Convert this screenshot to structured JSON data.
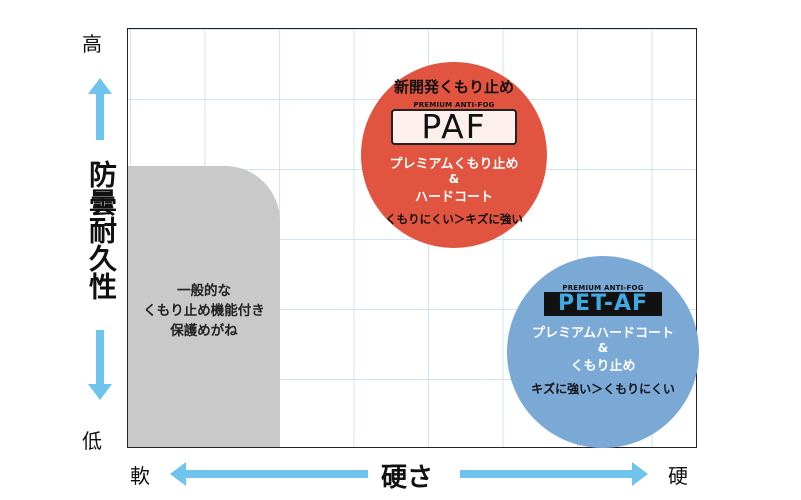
{
  "y_axis": {
    "high": "高",
    "low": "低",
    "label": "防曇耐久性"
  },
  "x_axis": {
    "soft": "軟",
    "hard": "硬",
    "label": "硬さ"
  },
  "regions": {
    "general": {
      "lines": [
        "一般的な",
        "くもり止め機能付き",
        "保護めがね"
      ]
    },
    "paf": {
      "headline": "新開発くもり止め",
      "tagline": "PREMIUM ANTI-FOG",
      "logo": "PAF",
      "line1": "プレミアムくもり止め",
      "amp": "&",
      "line2": "ハードコート",
      "feature": "くもりにくい＞キズに強い"
    },
    "petaf": {
      "tagline": "PREMIUM ANTI-FOG",
      "logo": "PET-AF",
      "line1": "プレミアムハードコート",
      "amp": "&",
      "line2": "くもり止め",
      "feature": "キズに強い＞くもりにくい"
    }
  },
  "colors": {
    "arrow": "#6ec4ec",
    "paf": "#e05440",
    "petaf": "#7ba9d6",
    "general": "#c9c9c9"
  }
}
